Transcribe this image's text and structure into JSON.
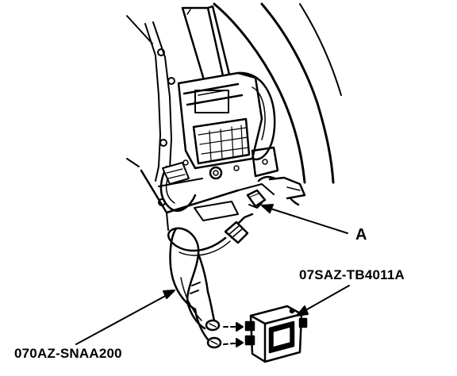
{
  "diagram": {
    "callouts": {
      "connector": "A",
      "tool_box": "07SAZ-TB4011A",
      "cable": "070AZ-SNAA200"
    },
    "colors": {
      "ink": "#000000",
      "paper": "#ffffff"
    }
  }
}
